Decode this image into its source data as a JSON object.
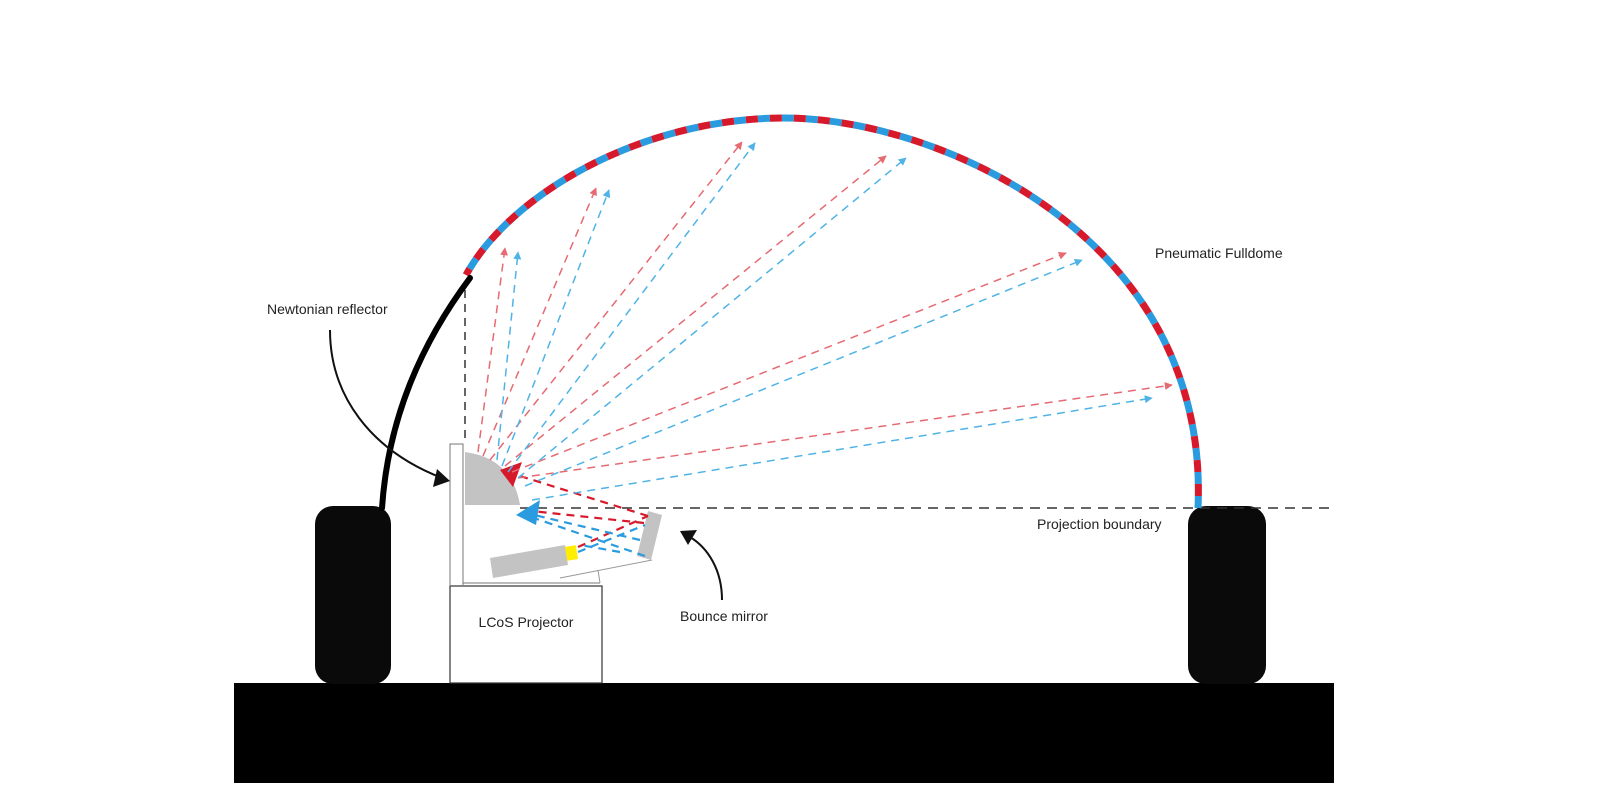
{
  "labels": {
    "newtonian_reflector": "Newtonian reflector",
    "pneumatic_fulldome": "Pneumatic Fulldome",
    "projection_boundary": "Projection boundary",
    "bounce_mirror": "Bounce mirror",
    "lcos_projector": "LCoS Projector"
  },
  "colors": {
    "red_beam": "#d7192c",
    "blue_beam": "#2b9be0",
    "mirror_gray": "#c3c3c3",
    "lens_yellow": "#ffee00",
    "base_black": "#000000"
  }
}
